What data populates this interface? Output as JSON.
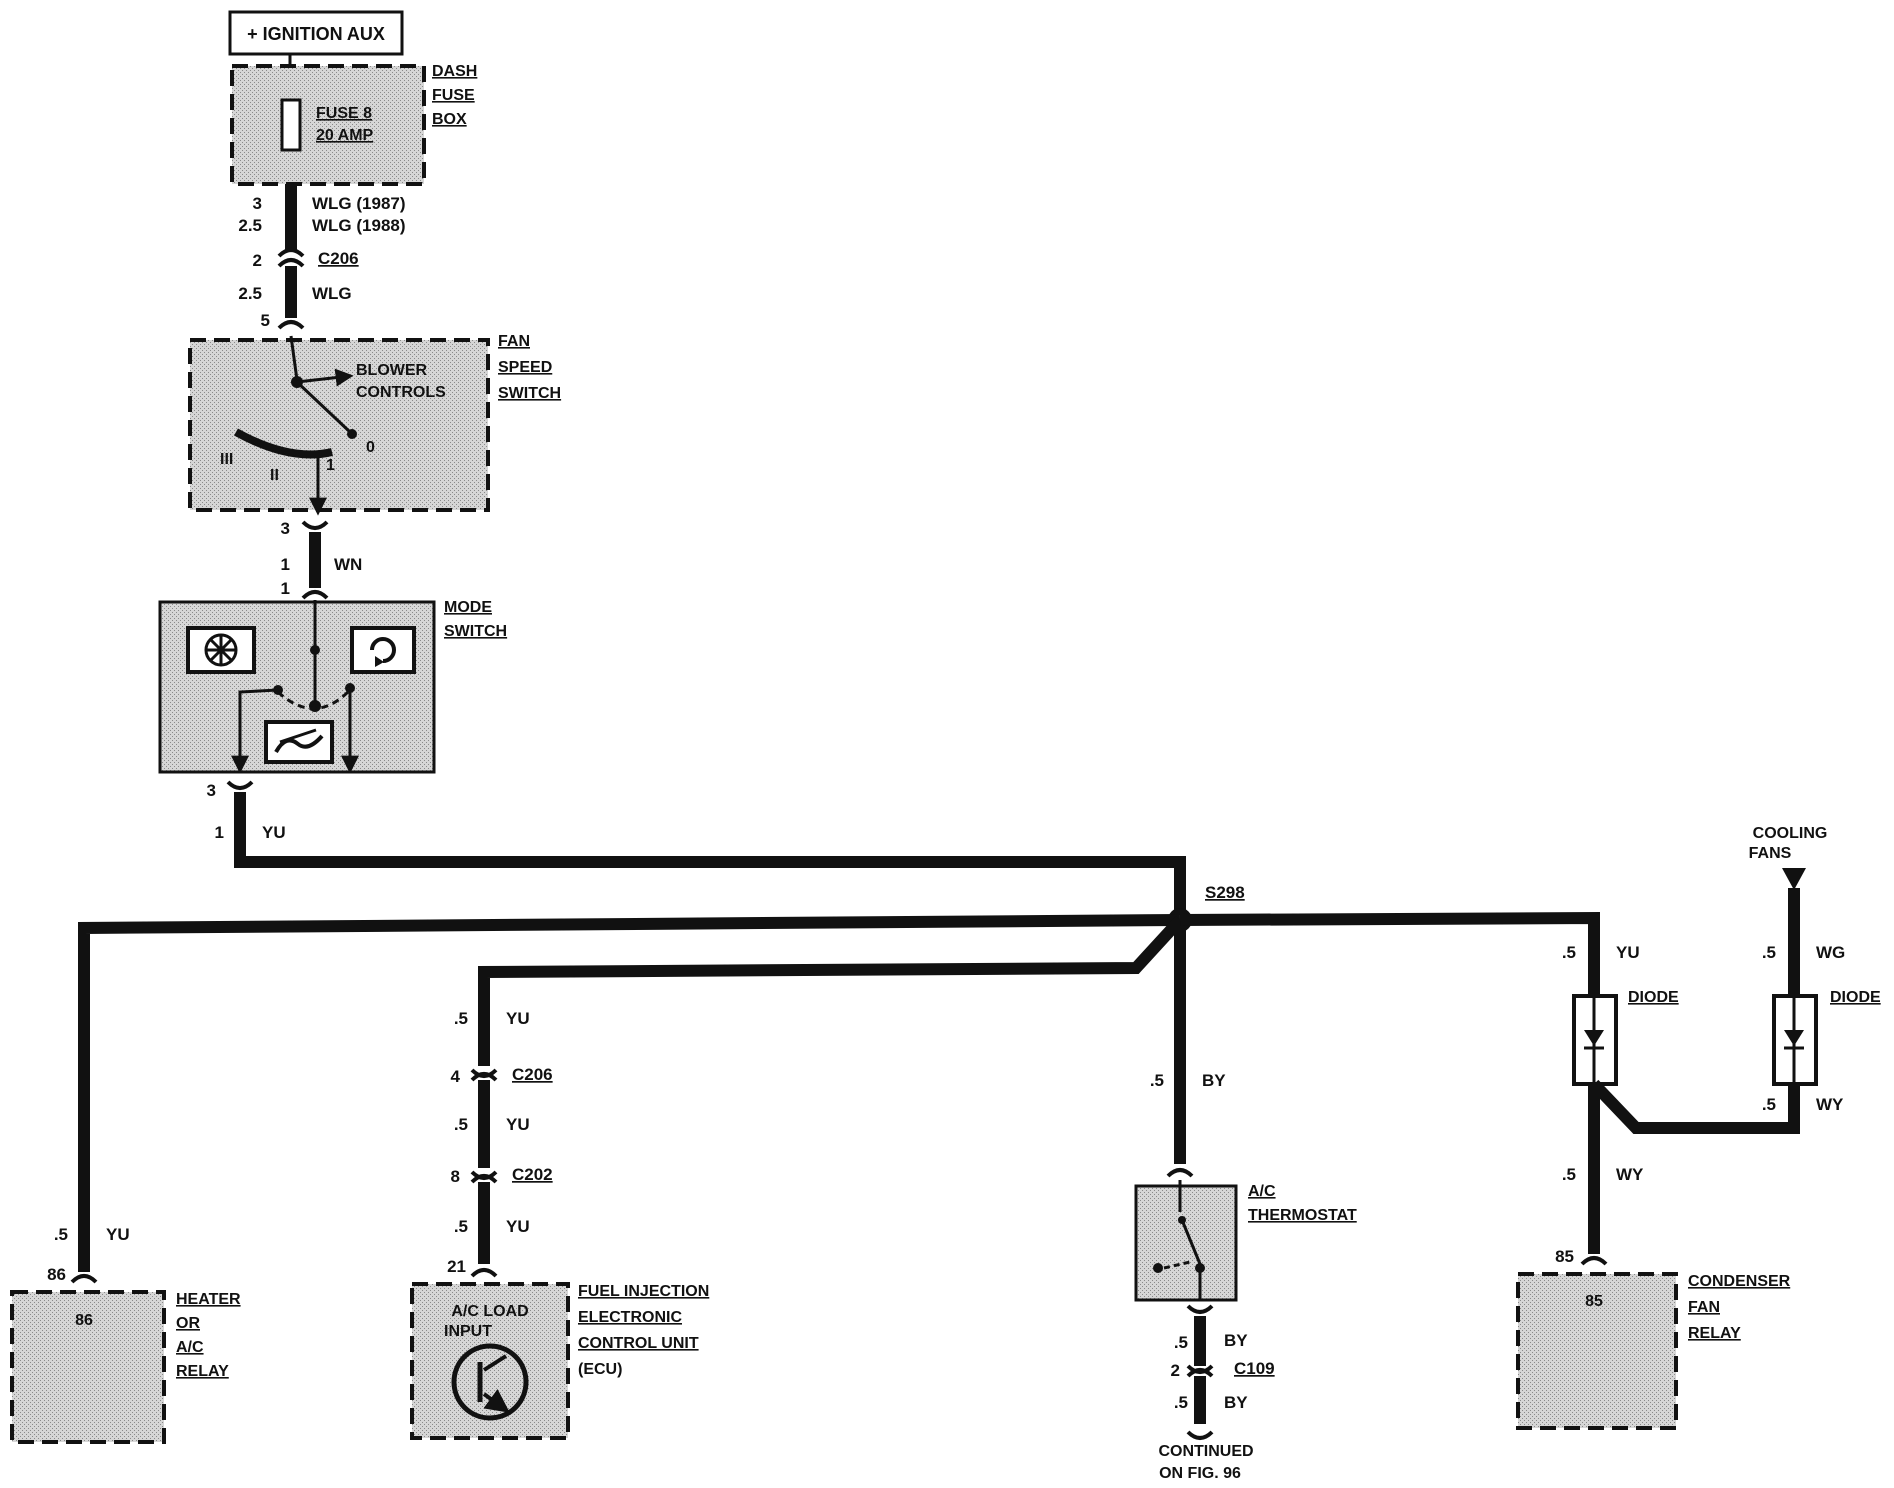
{
  "title_box": "+ IGNITION AUX",
  "dash_fuse_box": {
    "label": [
      "DASH",
      "FUSE",
      "BOX"
    ],
    "fuse": [
      "FUSE 8",
      "20 AMP"
    ]
  },
  "wire_wlg": {
    "gauge1": "3",
    "color1": "WLG (1987)",
    "gauge2": "2.5",
    "color2": "WLG (1988)"
  },
  "c206_top": {
    "pin": "2",
    "name": "C206"
  },
  "wire_wlg2": {
    "gauge": "2.5",
    "color": "WLG"
  },
  "pin_5": "5",
  "fan_speed_switch": {
    "label": [
      "FAN",
      "SPEED",
      "SWITCH"
    ],
    "inner": [
      "BLOWER",
      "CONTROLS"
    ],
    "pos_0": "0",
    "pos_1": "1",
    "pos_II": "II",
    "pos_III": "III"
  },
  "wire_wn": {
    "pin_top": "3",
    "gauge": "1",
    "color": "WN",
    "pin_bottom": "1"
  },
  "mode_switch": {
    "label": [
      "MODE",
      "SWITCH"
    ]
  },
  "wire_yu_main": {
    "pin": "3",
    "gauge": "1",
    "color": "YU"
  },
  "splice": "S298",
  "heater_relay": {
    "gauge": ".5",
    "color": "YU",
    "pin": "86",
    "inner": "86",
    "label": [
      "HEATER",
      "OR",
      "A/C",
      "RELAY"
    ]
  },
  "ecu_branch": {
    "gauge1": ".5",
    "color1": "YU",
    "c206_pin": "4",
    "c206_name": "C206",
    "gauge2": ".5",
    "color2": "YU",
    "c202_pin": "8",
    "c202_name": "C202",
    "gauge3": ".5",
    "color3": "YU",
    "pin": "21",
    "inner": [
      "A/C LOAD",
      "INPUT"
    ],
    "label": [
      "FUEL INJECTION",
      "ELECTRONIC",
      "CONTROL UNIT",
      "(ECU)"
    ]
  },
  "thermostat_branch": {
    "gauge": ".5",
    "color": "BY",
    "label": [
      "A/C",
      "THERMOSTAT"
    ],
    "gauge2": ".5",
    "color2": "BY",
    "c109_pin": "2",
    "c109_name": "C109",
    "gauge3": ".5",
    "color3": "BY",
    "continued": [
      "CONTINUED",
      "ON FIG. 96"
    ]
  },
  "condenser_branch": {
    "gauge_yu": ".5",
    "color_yu": "YU",
    "diode1": "DIODE",
    "cooling_fans": [
      "COOLING",
      "FANS"
    ],
    "gauge_wg": ".5",
    "color_wg": "WG",
    "diode2": "DIODE",
    "gauge_wy1": ".5",
    "color_wy1": "WY",
    "gauge_wy2": ".5",
    "color_wy2": "WY",
    "pin": "85",
    "inner": "85",
    "label": [
      "CONDENSER",
      "FAN",
      "RELAY"
    ]
  }
}
